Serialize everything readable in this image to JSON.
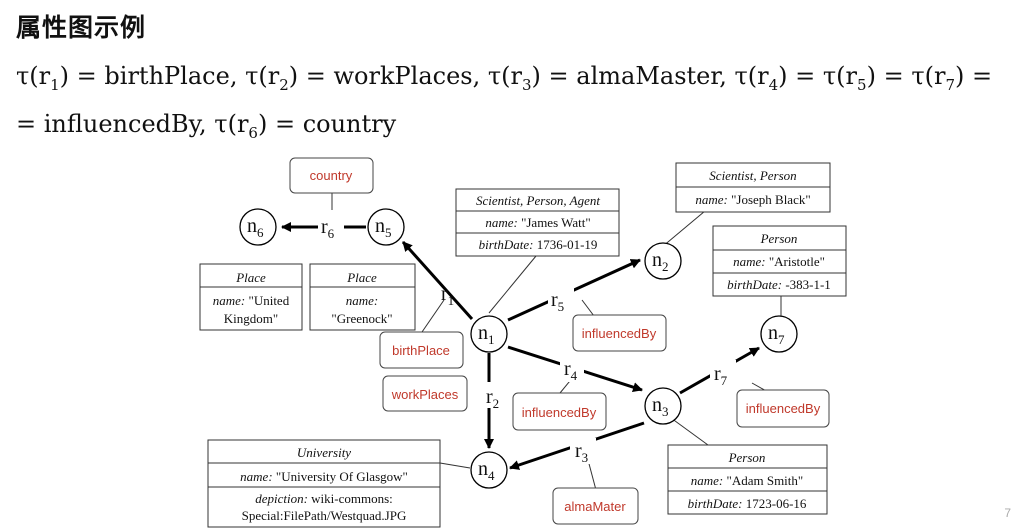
{
  "title": "属性图示例",
  "formula": {
    "line1": [
      {
        "f": "τ",
        "s": "1",
        "v": "birthPlace",
        "sep": ", "
      },
      {
        "f": "τ",
        "s": "2",
        "v": "workPlaces",
        "sep": ", "
      },
      {
        "f": "τ",
        "s": "3",
        "v": "almaMaster",
        "sep": ", "
      },
      {
        "f": "τ",
        "s": "4"
      },
      {
        "f": "τ",
        "s": "5"
      },
      {
        "f": "τ",
        "s": "7"
      }
    ],
    "line2": [
      {
        "v": "influencedBy",
        "sep": ", "
      },
      {
        "f": "τ",
        "s": "6",
        "v": "country"
      }
    ]
  },
  "page_number": "7",
  "nodes": {
    "n1": {
      "base": "n",
      "sub": "1"
    },
    "n2": {
      "base": "n",
      "sub": "2"
    },
    "n3": {
      "base": "n",
      "sub": "3"
    },
    "n4": {
      "base": "n",
      "sub": "4"
    },
    "n5": {
      "base": "n",
      "sub": "5"
    },
    "n6": {
      "base": "n",
      "sub": "6"
    },
    "n7": {
      "base": "n",
      "sub": "7"
    }
  },
  "relations": {
    "r1": {
      "base": "r",
      "sub": "1"
    },
    "r2": {
      "base": "r",
      "sub": "2"
    },
    "r3": {
      "base": "r",
      "sub": "3"
    },
    "r4": {
      "base": "r",
      "sub": "4"
    },
    "r5": {
      "base": "r",
      "sub": "5"
    },
    "r6": {
      "base": "r",
      "sub": "6"
    },
    "r7": {
      "base": "r",
      "sub": "7"
    }
  },
  "edge_labels": {
    "birthPlace": "birthPlace",
    "workPlaces": "workPlaces",
    "almaMater": "almaMater",
    "influencedBy_r5": "influencedBy",
    "influencedBy_r4": "influencedBy",
    "influencedBy_r7": "influencedBy",
    "country": "country"
  },
  "boxes": {
    "n1": {
      "header": "Scientist, Person, Agent",
      "name_key": "name:",
      "name_val": " \"James Watt\"",
      "date_key": "birthDate:",
      "date_val": " 1736-01-19"
    },
    "n2": {
      "header": "Scientist, Person",
      "name_key": "name:",
      "name_val": " \"Joseph Black\""
    },
    "n7": {
      "header": "Person",
      "name_key": "name:",
      "name_val": " \"Aristotle\"",
      "date_key": "birthDate:",
      "date_val": " -383-1-1"
    },
    "n3": {
      "header": "Person",
      "name_key": "name:",
      "name_val": " \"Adam Smith\"",
      "date_key": "birthDate:",
      "date_val": " 1723-06-16"
    },
    "n4": {
      "header": "University",
      "name_key": "name:",
      "name_val": " \"University Of Glasgow\"",
      "dep_key": "depiction:",
      "dep_val1": " wiki-commons:",
      "dep_val2": "Special:FilePath/Westquad.JPG"
    },
    "n6": {
      "header": "Place",
      "name_key": "name:",
      "name_val1": " \"United",
      "name_val2": "Kingdom\""
    },
    "n5": {
      "header": "Place",
      "name_key": "name:",
      "name_val": "\"Greenock\""
    }
  }
}
